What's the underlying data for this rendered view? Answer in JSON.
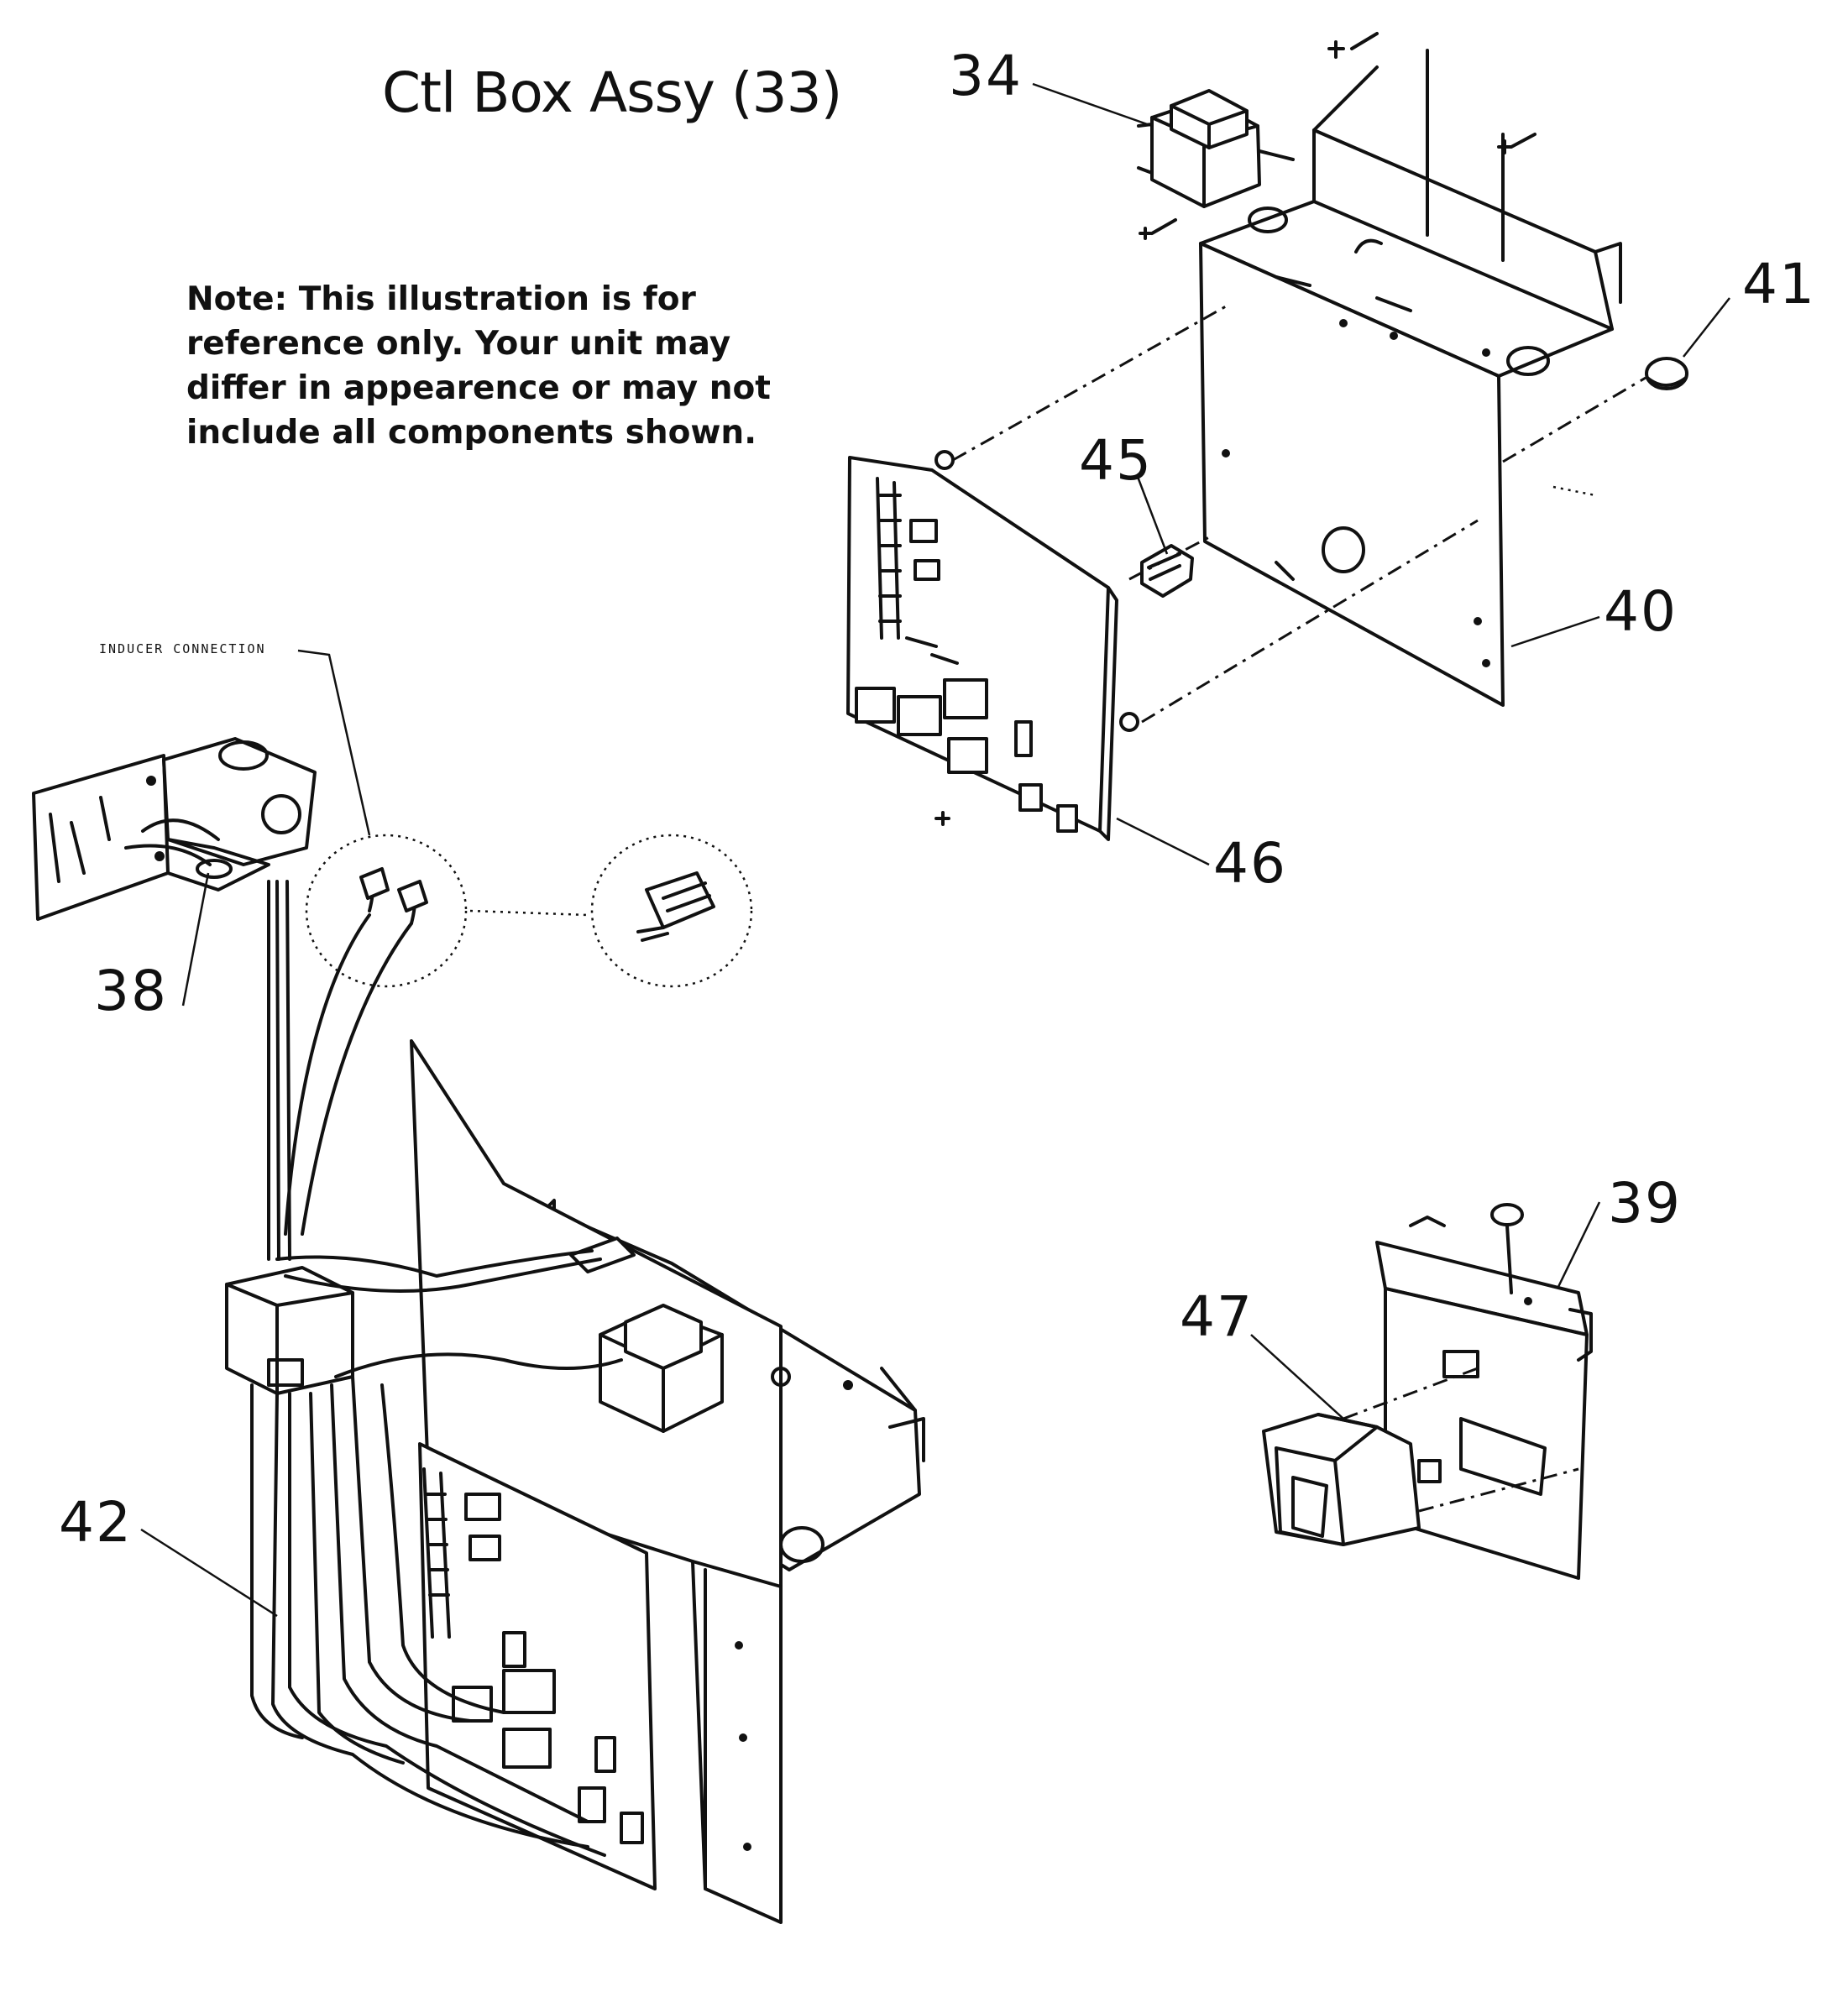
{
  "title": "Ctl Box Assy (33)",
  "note": {
    "lines": [
      "Note: This illustration is for",
      "reference only. Your unit may",
      "differ in appearence or may not",
      "include all components shown."
    ]
  },
  "small_label": "INDUCER CONNECTION",
  "callouts": {
    "c34": "34",
    "c41": "41",
    "c45": "45",
    "c40": "40",
    "c46": "46",
    "c38": "38",
    "c39": "39",
    "c47": "47",
    "c42": "42"
  }
}
